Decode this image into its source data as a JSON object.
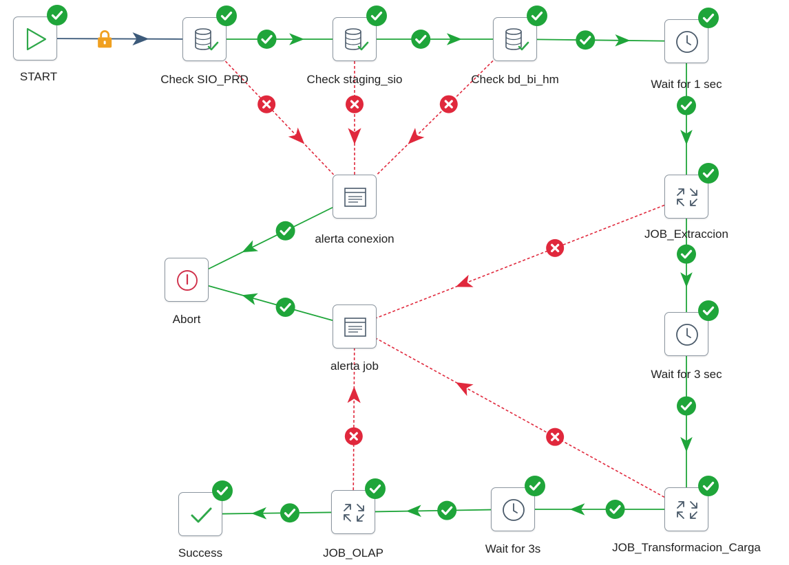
{
  "colors": {
    "success_green": "#1fa53a",
    "error_red": "#e0283c",
    "unconditional_blue": "#3c5a7a",
    "lock_orange": "#f0a020"
  },
  "nodes": {
    "start": {
      "label": "START",
      "icon": "play-icon"
    },
    "check_sio_prd": {
      "label": "Check SIO_PRD",
      "icon": "database-check-icon"
    },
    "check_staging_sio": {
      "label": "Check staging_sio",
      "icon": "database-check-icon"
    },
    "check_bd_bi_hm": {
      "label": "Check bd_bi_hm",
      "icon": "database-check-icon"
    },
    "wait_1_sec": {
      "label": "Wait for 1 sec",
      "icon": "clock-icon"
    },
    "alerta_conexion": {
      "label": "alerta conexion",
      "icon": "mail-window-icon"
    },
    "job_extraccion": {
      "label": "JOB_Extraccion",
      "icon": "job-arrows-icon"
    },
    "abort": {
      "label": "Abort",
      "icon": "abort-icon"
    },
    "alerta_job": {
      "label": "alerta job",
      "icon": "mail-window-icon"
    },
    "wait_3_sec": {
      "label": "Wait for 3 sec",
      "icon": "clock-icon"
    },
    "success": {
      "label": "Success",
      "icon": "checkmark-icon"
    },
    "job_olap": {
      "label": "JOB_OLAP",
      "icon": "job-arrows-icon"
    },
    "wait_3s": {
      "label": "Wait for 3s",
      "icon": "clock-icon"
    },
    "job_transformacion_carga": {
      "label": "JOB_Transformacion_Carga",
      "icon": "job-arrows-icon"
    }
  },
  "hops": [
    {
      "from": "start",
      "to": "check_sio_prd",
      "type": "unconditional",
      "marker": "lock-icon"
    },
    {
      "from": "check_sio_prd",
      "to": "check_staging_sio",
      "type": "success"
    },
    {
      "from": "check_staging_sio",
      "to": "check_bd_bi_hm",
      "type": "success"
    },
    {
      "from": "check_bd_bi_hm",
      "to": "wait_1_sec",
      "type": "success"
    },
    {
      "from": "check_sio_prd",
      "to": "alerta_conexion",
      "type": "error"
    },
    {
      "from": "check_staging_sio",
      "to": "alerta_conexion",
      "type": "error"
    },
    {
      "from": "check_bd_bi_hm",
      "to": "alerta_conexion",
      "type": "error"
    },
    {
      "from": "wait_1_sec",
      "to": "job_extraccion",
      "type": "success"
    },
    {
      "from": "alerta_conexion",
      "to": "abort",
      "type": "success"
    },
    {
      "from": "job_extraccion",
      "to": "alerta_job",
      "type": "error"
    },
    {
      "from": "job_extraccion",
      "to": "wait_3_sec",
      "type": "success"
    },
    {
      "from": "alerta_job",
      "to": "abort",
      "type": "success"
    },
    {
      "from": "wait_3_sec",
      "to": "job_transformacion_carga",
      "type": "success"
    },
    {
      "from": "job_transformacion_carga",
      "to": "alerta_job",
      "type": "error"
    },
    {
      "from": "job_transformacion_carga",
      "to": "wait_3s",
      "type": "success"
    },
    {
      "from": "wait_3s",
      "to": "job_olap",
      "type": "success"
    },
    {
      "from": "job_olap",
      "to": "alerta_job",
      "type": "error"
    },
    {
      "from": "job_olap",
      "to": "success",
      "type": "success"
    }
  ]
}
